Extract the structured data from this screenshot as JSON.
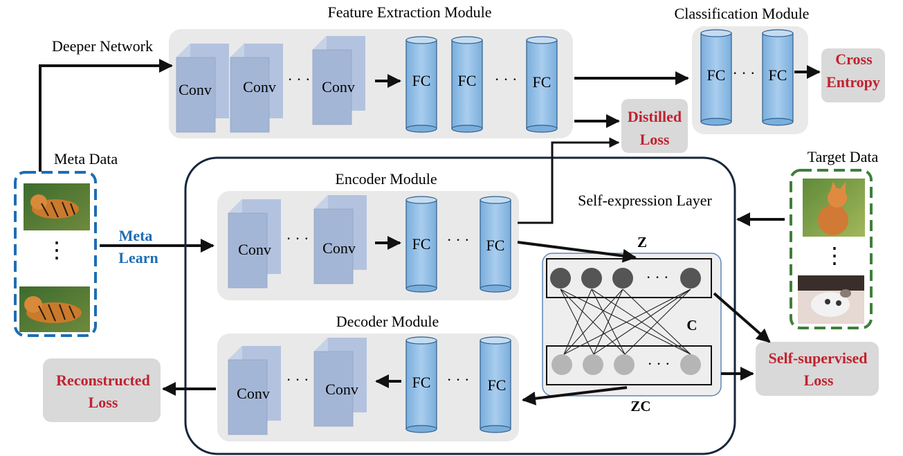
{
  "modules": {
    "feature_extraction": "Feature Extraction Module",
    "classification": "Classification Module",
    "encoder": "Encoder Module",
    "decoder": "Decoder Module",
    "self_expression": "Self-expression Layer"
  },
  "labels": {
    "deeper_network": "Deeper Network",
    "meta_data": "Meta Data",
    "target_data": "Target Data",
    "meta_learn_line1": "Meta",
    "meta_learn_line2": "Learn",
    "conv": "Conv",
    "fc": "FC",
    "ellipsis": "· · ·",
    "vdots": "⋮",
    "z": "Z",
    "c": "C",
    "zc": "ZC"
  },
  "losses": {
    "cross_entropy_line1": "Cross",
    "cross_entropy_line2": "Entropy",
    "distilled_line1": "Distilled",
    "distilled_line2": "Loss",
    "self_supervised_line1": "Self-supervised",
    "self_supervised_line2": "Loss",
    "reconstructed_line1": "Reconstructed",
    "reconstructed_line2": "Loss"
  },
  "colors": {
    "loss_text": "#c0222f",
    "meta_learn": "#1e6db3",
    "meta_border": "#1e6db3",
    "target_border": "#3f7f3a",
    "fc_fill": "#9bc3e6",
    "conv_fill": "#a9b9d6"
  },
  "images": {
    "meta_top": "tiger-photo",
    "meta_bottom": "tiger-photo",
    "target_top": "cat-photo",
    "target_bottom": "kitten-photo"
  }
}
